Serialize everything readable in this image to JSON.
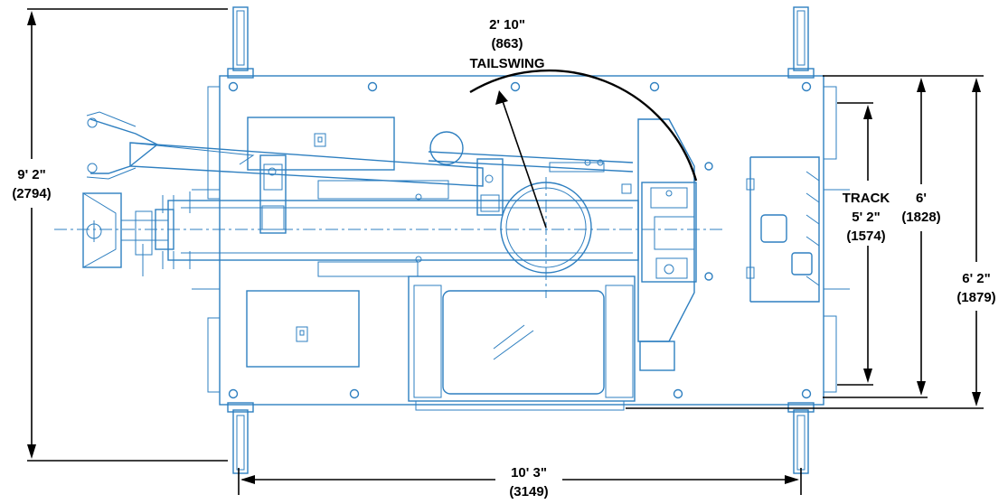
{
  "colors": {
    "drawing": "#2e7fc0",
    "dimension": "#000000",
    "background": "#ffffff"
  },
  "tailswing": {
    "feet_in": "2' 10\"",
    "mm": "(863)",
    "label": "TAILSWING"
  },
  "overall_length": {
    "feet_in": "9' 2\"",
    "mm": "(2794)"
  },
  "track_length": {
    "label": "TRACK",
    "feet_in": "5' 2\"",
    "mm": "(1574)"
  },
  "body_width": {
    "feet_in": "6'",
    "mm": "(1828)"
  },
  "overall_width": {
    "feet_in": "6' 2\"",
    "mm": "(1879)"
  },
  "outrigger_span": {
    "feet_in": "10' 3\"",
    "mm": "(3149)"
  }
}
